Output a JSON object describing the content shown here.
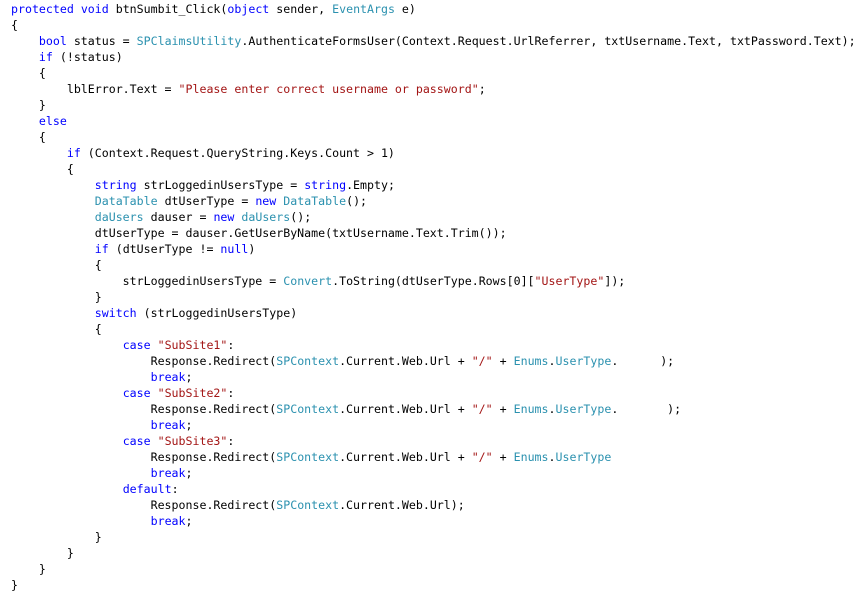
{
  "editor": {
    "language": "csharp",
    "colors": {
      "keyword": "#0000ff",
      "type": "#2b91af",
      "string": "#a31515",
      "plain": "#000000",
      "background": "#ffffff"
    },
    "lines": [
      [
        {
          "t": "kw",
          "v": "protected"
        },
        {
          "t": "pl",
          "v": " "
        },
        {
          "t": "kw",
          "v": "void"
        },
        {
          "t": "pl",
          "v": " btnSumbit_Click("
        },
        {
          "t": "kw",
          "v": "object"
        },
        {
          "t": "pl",
          "v": " sender, "
        },
        {
          "t": "ty",
          "v": "EventArgs"
        },
        {
          "t": "pl",
          "v": " e)"
        }
      ],
      [
        {
          "t": "pl",
          "v": "{"
        }
      ],
      [
        {
          "t": "pl",
          "v": "    "
        },
        {
          "t": "kw",
          "v": "bool"
        },
        {
          "t": "pl",
          "v": " status = "
        },
        {
          "t": "ty",
          "v": "SPClaimsUtility"
        },
        {
          "t": "pl",
          "v": ".AuthenticateFormsUser(Context.Request.UrlReferrer, txtUsername.Text, txtPassword.Text);"
        }
      ],
      [
        {
          "t": "pl",
          "v": "    "
        },
        {
          "t": "kw",
          "v": "if"
        },
        {
          "t": "pl",
          "v": " (!status)"
        }
      ],
      [
        {
          "t": "pl",
          "v": "    {"
        }
      ],
      [
        {
          "t": "pl",
          "v": "        lblError.Text = "
        },
        {
          "t": "st",
          "v": "\"Please enter correct username or password\""
        },
        {
          "t": "pl",
          "v": ";"
        }
      ],
      [
        {
          "t": "pl",
          "v": "    }"
        }
      ],
      [
        {
          "t": "pl",
          "v": "    "
        },
        {
          "t": "kw",
          "v": "else"
        }
      ],
      [
        {
          "t": "pl",
          "v": "    {"
        }
      ],
      [
        {
          "t": "pl",
          "v": "        "
        },
        {
          "t": "kw",
          "v": "if"
        },
        {
          "t": "pl",
          "v": " (Context.Request.QueryString.Keys.Count > 1)"
        }
      ],
      [
        {
          "t": "pl",
          "v": "        {"
        }
      ],
      [
        {
          "t": "pl",
          "v": "            "
        },
        {
          "t": "kw",
          "v": "string"
        },
        {
          "t": "pl",
          "v": " strLoggedinUsersType = "
        },
        {
          "t": "kw",
          "v": "string"
        },
        {
          "t": "pl",
          "v": ".Empty;"
        }
      ],
      [
        {
          "t": "pl",
          "v": "            "
        },
        {
          "t": "ty",
          "v": "DataTable"
        },
        {
          "t": "pl",
          "v": " dtUserType = "
        },
        {
          "t": "kw",
          "v": "new"
        },
        {
          "t": "pl",
          "v": " "
        },
        {
          "t": "ty",
          "v": "DataTable"
        },
        {
          "t": "pl",
          "v": "();"
        }
      ],
      [
        {
          "t": "pl",
          "v": "            "
        },
        {
          "t": "ty",
          "v": "daUsers"
        },
        {
          "t": "pl",
          "v": " dauser = "
        },
        {
          "t": "kw",
          "v": "new"
        },
        {
          "t": "pl",
          "v": " "
        },
        {
          "t": "ty",
          "v": "daUsers"
        },
        {
          "t": "pl",
          "v": "();"
        }
      ],
      [
        {
          "t": "pl",
          "v": "            dtUserType = dauser.GetUserByName(txtUsername.Text.Trim());"
        }
      ],
      [
        {
          "t": "pl",
          "v": "            "
        },
        {
          "t": "kw",
          "v": "if"
        },
        {
          "t": "pl",
          "v": " (dtUserType != "
        },
        {
          "t": "kw",
          "v": "null"
        },
        {
          "t": "pl",
          "v": ")"
        }
      ],
      [
        {
          "t": "pl",
          "v": "            {"
        }
      ],
      [
        {
          "t": "pl",
          "v": "                strLoggedinUsersType = "
        },
        {
          "t": "ty",
          "v": "Convert"
        },
        {
          "t": "pl",
          "v": ".ToString(dtUserType.Rows[0]["
        },
        {
          "t": "st",
          "v": "\"UserType\""
        },
        {
          "t": "pl",
          "v": "]);"
        }
      ],
      [
        {
          "t": "pl",
          "v": "            }"
        }
      ],
      [
        {
          "t": "pl",
          "v": "            "
        },
        {
          "t": "kw",
          "v": "switch"
        },
        {
          "t": "pl",
          "v": " (strLoggedinUsersType)"
        }
      ],
      [
        {
          "t": "pl",
          "v": "            {"
        }
      ],
      [
        {
          "t": "pl",
          "v": "                "
        },
        {
          "t": "kw",
          "v": "case"
        },
        {
          "t": "pl",
          "v": " "
        },
        {
          "t": "st",
          "v": "\"SubSite1\""
        },
        {
          "t": "pl",
          "v": ":"
        }
      ],
      [
        {
          "t": "pl",
          "v": "                    Response.Redirect("
        },
        {
          "t": "ty",
          "v": "SPContext"
        },
        {
          "t": "pl",
          "v": ".Current.Web.Url + "
        },
        {
          "t": "st",
          "v": "\"/\""
        },
        {
          "t": "pl",
          "v": " + "
        },
        {
          "t": "ty",
          "v": "Enums"
        },
        {
          "t": "pl",
          "v": "."
        },
        {
          "t": "ty",
          "v": "UserType"
        },
        {
          "t": "pl",
          "v": ".      );"
        }
      ],
      [
        {
          "t": "pl",
          "v": "                    "
        },
        {
          "t": "kw",
          "v": "break"
        },
        {
          "t": "pl",
          "v": ";"
        }
      ],
      [
        {
          "t": "pl",
          "v": "                "
        },
        {
          "t": "kw",
          "v": "case"
        },
        {
          "t": "pl",
          "v": " "
        },
        {
          "t": "st",
          "v": "\"SubSite2\""
        },
        {
          "t": "pl",
          "v": ":"
        }
      ],
      [
        {
          "t": "pl",
          "v": "                    Response.Redirect("
        },
        {
          "t": "ty",
          "v": "SPContext"
        },
        {
          "t": "pl",
          "v": ".Current.Web.Url + "
        },
        {
          "t": "st",
          "v": "\"/\""
        },
        {
          "t": "pl",
          "v": " + "
        },
        {
          "t": "ty",
          "v": "Enums"
        },
        {
          "t": "pl",
          "v": "."
        },
        {
          "t": "ty",
          "v": "UserType"
        },
        {
          "t": "pl",
          "v": ".       );"
        }
      ],
      [
        {
          "t": "pl",
          "v": "                    "
        },
        {
          "t": "kw",
          "v": "break"
        },
        {
          "t": "pl",
          "v": ";"
        }
      ],
      [
        {
          "t": "pl",
          "v": "                "
        },
        {
          "t": "kw",
          "v": "case"
        },
        {
          "t": "pl",
          "v": " "
        },
        {
          "t": "st",
          "v": "\"SubSite3\""
        },
        {
          "t": "pl",
          "v": ":"
        }
      ],
      [
        {
          "t": "pl",
          "v": "                    Response.Redirect("
        },
        {
          "t": "ty",
          "v": "SPContext"
        },
        {
          "t": "pl",
          "v": ".Current.Web.Url + "
        },
        {
          "t": "st",
          "v": "\"/\""
        },
        {
          "t": "pl",
          "v": " + "
        },
        {
          "t": "ty",
          "v": "Enums"
        },
        {
          "t": "pl",
          "v": "."
        },
        {
          "t": "ty",
          "v": "UserType"
        }
      ],
      [
        {
          "t": "pl",
          "v": "                    "
        },
        {
          "t": "kw",
          "v": "break"
        },
        {
          "t": "pl",
          "v": ";"
        }
      ],
      [
        {
          "t": "pl",
          "v": "                "
        },
        {
          "t": "kw",
          "v": "default"
        },
        {
          "t": "pl",
          "v": ":"
        }
      ],
      [
        {
          "t": "pl",
          "v": "                    Response.Redirect("
        },
        {
          "t": "ty",
          "v": "SPContext"
        },
        {
          "t": "pl",
          "v": ".Current.Web.Url);"
        }
      ],
      [
        {
          "t": "pl",
          "v": "                    "
        },
        {
          "t": "kw",
          "v": "break"
        },
        {
          "t": "pl",
          "v": ";"
        }
      ],
      [
        {
          "t": "pl",
          "v": "            }"
        }
      ],
      [
        {
          "t": "pl",
          "v": "        }"
        }
      ],
      [
        {
          "t": "pl",
          "v": "    }"
        }
      ],
      [
        {
          "t": "pl",
          "v": "}"
        }
      ]
    ]
  }
}
